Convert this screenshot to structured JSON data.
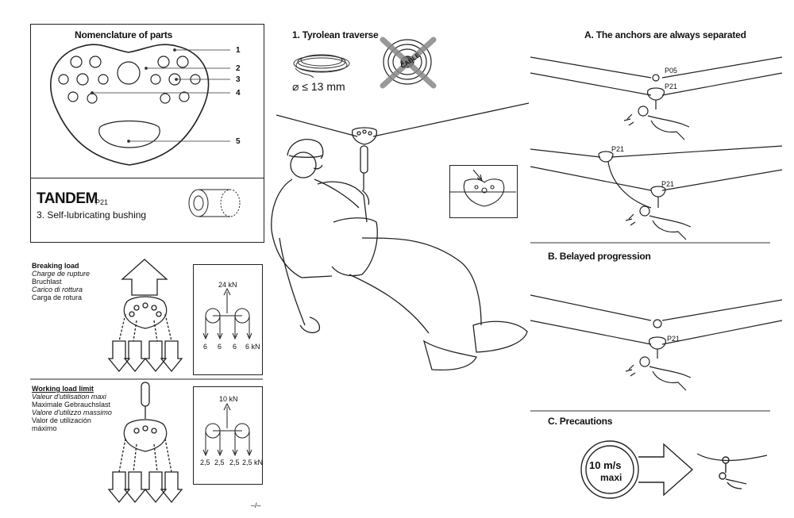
{
  "nomenclature": {
    "title": "Nomenclature of parts",
    "part_numbers": [
      "1",
      "2",
      "3",
      "4",
      "5"
    ]
  },
  "tandem": {
    "name": "TANDEM",
    "model": "P21",
    "subtitle": "3. Self-lubricating bushing"
  },
  "breaking_load": {
    "label_en": "Breaking load",
    "translations": [
      "Charge de rupture",
      "Bruchlast",
      "Carico di rottura",
      "Carga de rotura"
    ],
    "total": "24 kN",
    "per_strand": [
      "6",
      "6",
      "6",
      "6 kN"
    ]
  },
  "working_load_limit": {
    "label_en": "Working load limit",
    "translations": [
      "Valeur d'utilisation maxi",
      "Maximale Gebrauchslast",
      "Valore d'utilizzo massimo",
      "Valor de utilización",
      "máximo"
    ],
    "total": "10 kN",
    "per_strand": [
      "2,5",
      "2,5",
      "2,5",
      "2,5 kN"
    ]
  },
  "section1": {
    "title": "1. Tyrolean traverse",
    "rope_diameter": "⌀ ≤ 13 mm",
    "cable_label": "CABLE"
  },
  "sectionA": {
    "title": "A. The anchors are always separated",
    "labels": [
      "P05",
      "P21",
      "P21",
      "P21"
    ]
  },
  "sectionB": {
    "title": "B. Belayed progression",
    "label": "P21"
  },
  "sectionC": {
    "title": "C. Precautions",
    "speed_value": "10 m/s",
    "speed_unit": "maxi"
  },
  "footer_mark": "–/–"
}
